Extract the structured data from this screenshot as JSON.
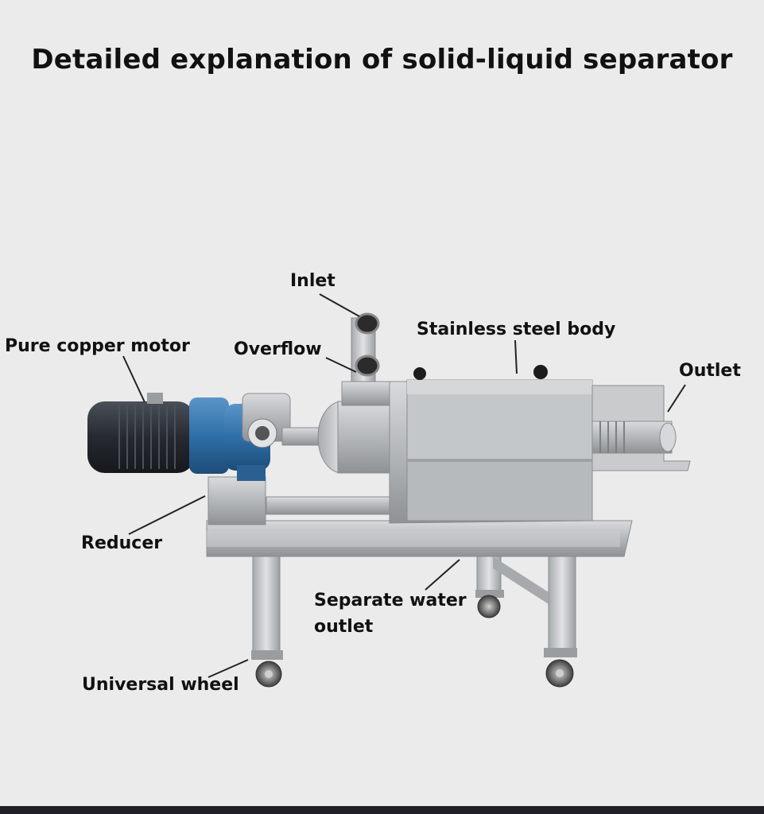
{
  "title": "Detailed explanation of solid-liquid separator",
  "labels": {
    "inlet": "Inlet",
    "stainless_body": "Stainless steel body",
    "pure_copper_motor": "Pure copper motor",
    "overflow": "Overflow",
    "outlet": "Outlet",
    "reducer": "Reducer",
    "separate_water_outlet_line1": "Separate water",
    "separate_water_outlet_line2": "outlet",
    "universal_wheel": "Universal wheel"
  },
  "colors": {
    "background": "#ebebeb",
    "motor": "#2a2f36",
    "reducer": "#2f6fa8",
    "steel": "#b9bcbf",
    "text": "#111111"
  }
}
